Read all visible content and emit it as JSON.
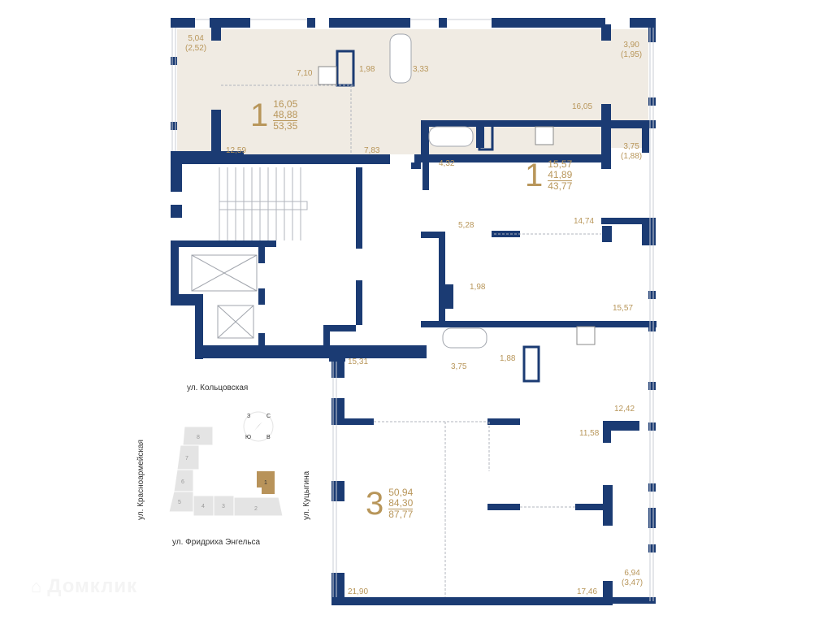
{
  "colors": {
    "wall": "#1b3b73",
    "accent": "#b8965a",
    "highlight_fill": "#f0ebe3",
    "map_block": "#e4e4e4",
    "map_selected": "#b8935a"
  },
  "apartments": [
    {
      "rooms": "1",
      "living": "16,05",
      "total": "48,88",
      "total_with_balcony": "53,35"
    },
    {
      "rooms": "1",
      "living": "15,57",
      "total": "41,89",
      "total_with_balcony": "43,77"
    },
    {
      "rooms": "3",
      "living": "50,94",
      "total": "84,30",
      "total_with_balcony": "87,77"
    }
  ],
  "room_areas": {
    "a1_balcony_left": "5,04",
    "a1_balcony_left_half": "(2,52)",
    "a1_kitchen": "7,10",
    "a1_wc": "1,98",
    "a1_bath": "3,33",
    "a1_living": "12,59",
    "a1_hall": "7,83",
    "a1_room": "16,05",
    "a1_balcony_right": "3,90",
    "a1_balcony_right_half": "(1,95)",
    "a2_bath": "4,32",
    "a2_hall": "5,28",
    "a2_wc": "1,98",
    "a2_kitchen": "14,74",
    "a2_room": "15,57",
    "a2_balcony": "3,75",
    "a2_balcony_half": "(1,88)",
    "a3_room_left": "15,31",
    "a3_bath": "3,75",
    "a3_wc": "1,88",
    "a3_kitchen": "12,42",
    "a3_room_mid": "11,58",
    "a3_room_bl": "21,90",
    "a3_room_br": "17,46",
    "a3_balcony": "6,94",
    "a3_balcony_half": "(3,47)"
  },
  "site_map": {
    "streets": {
      "top": "ул. Кольцовская",
      "left": "ул. Красноармейская",
      "bottom": "ул. Фридриха Энгельса",
      "right": "ул. Куцыгина"
    },
    "blocks": [
      "1",
      "2",
      "3",
      "4",
      "5",
      "6",
      "7",
      "8"
    ],
    "selected_block": "1",
    "compass": {
      "n": "С",
      "e": "В",
      "s": "Ю",
      "w": "З"
    }
  },
  "watermark": "Домклик"
}
